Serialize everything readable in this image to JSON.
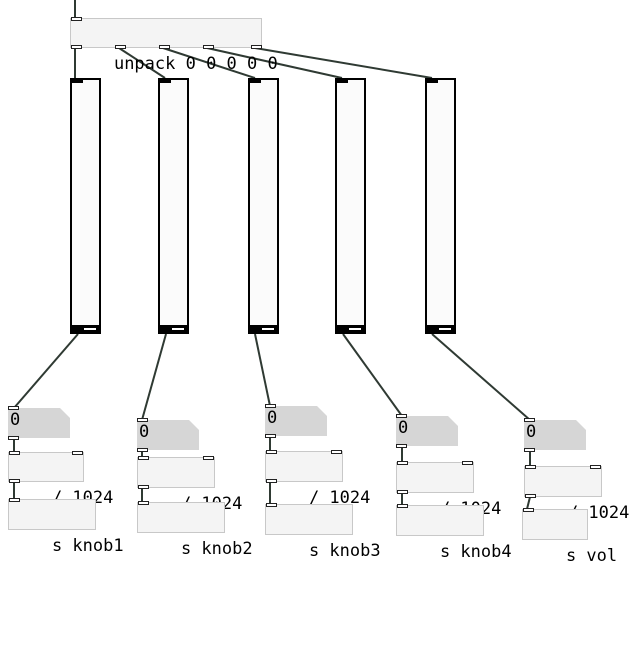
{
  "patch": {
    "unpack": {
      "label": "unpack 0 0 0 0 0"
    },
    "sliders": [
      {
        "name": "slider-1",
        "value": 0
      },
      {
        "name": "slider-2",
        "value": 0
      },
      {
        "name": "slider-3",
        "value": 0
      },
      {
        "name": "slider-4",
        "value": 0
      },
      {
        "name": "slider-5",
        "value": 0
      }
    ],
    "chains": [
      {
        "number": "0",
        "divide": "/ 1024",
        "send": "s knob1"
      },
      {
        "number": "0",
        "divide": "/ 1024",
        "send": "s knob2"
      },
      {
        "number": "0",
        "divide": "/ 1024",
        "send": "s knob3"
      },
      {
        "number": "0",
        "divide": "/ 1024",
        "send": "s knob4"
      },
      {
        "number": "0",
        "divide": "/ 1024",
        "send": "s vol"
      }
    ]
  }
}
